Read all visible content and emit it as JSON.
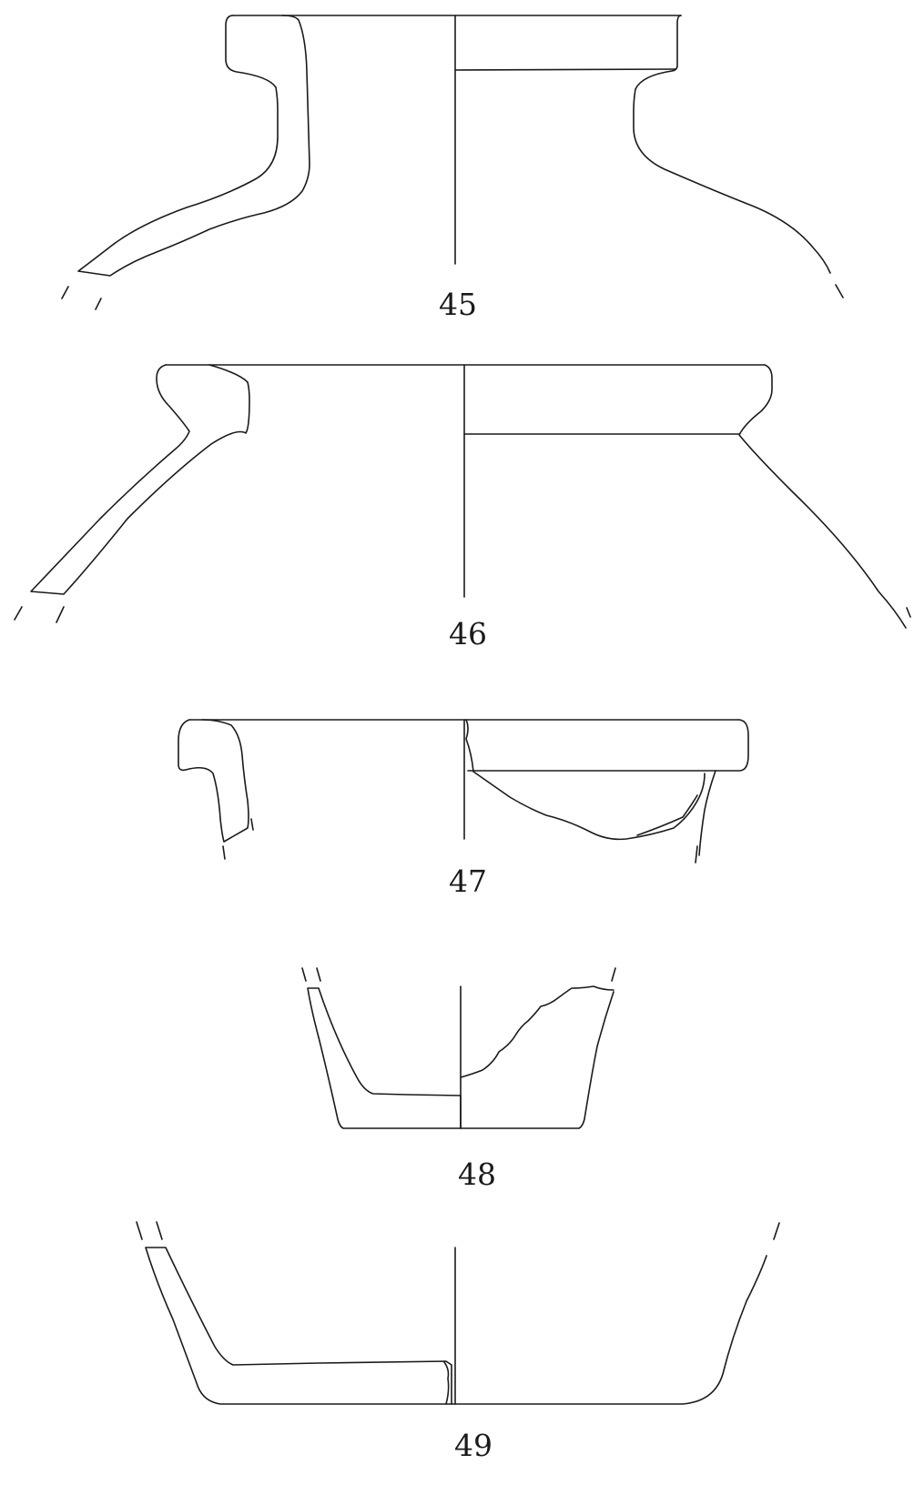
{
  "figure": {
    "colors": {
      "line": "#1a1a1a",
      "background": "#ffffff"
    },
    "items": [
      {
        "number": "45"
      },
      {
        "number": "46"
      },
      {
        "number": "47"
      },
      {
        "number": "48"
      },
      {
        "number": "49"
      }
    ]
  }
}
